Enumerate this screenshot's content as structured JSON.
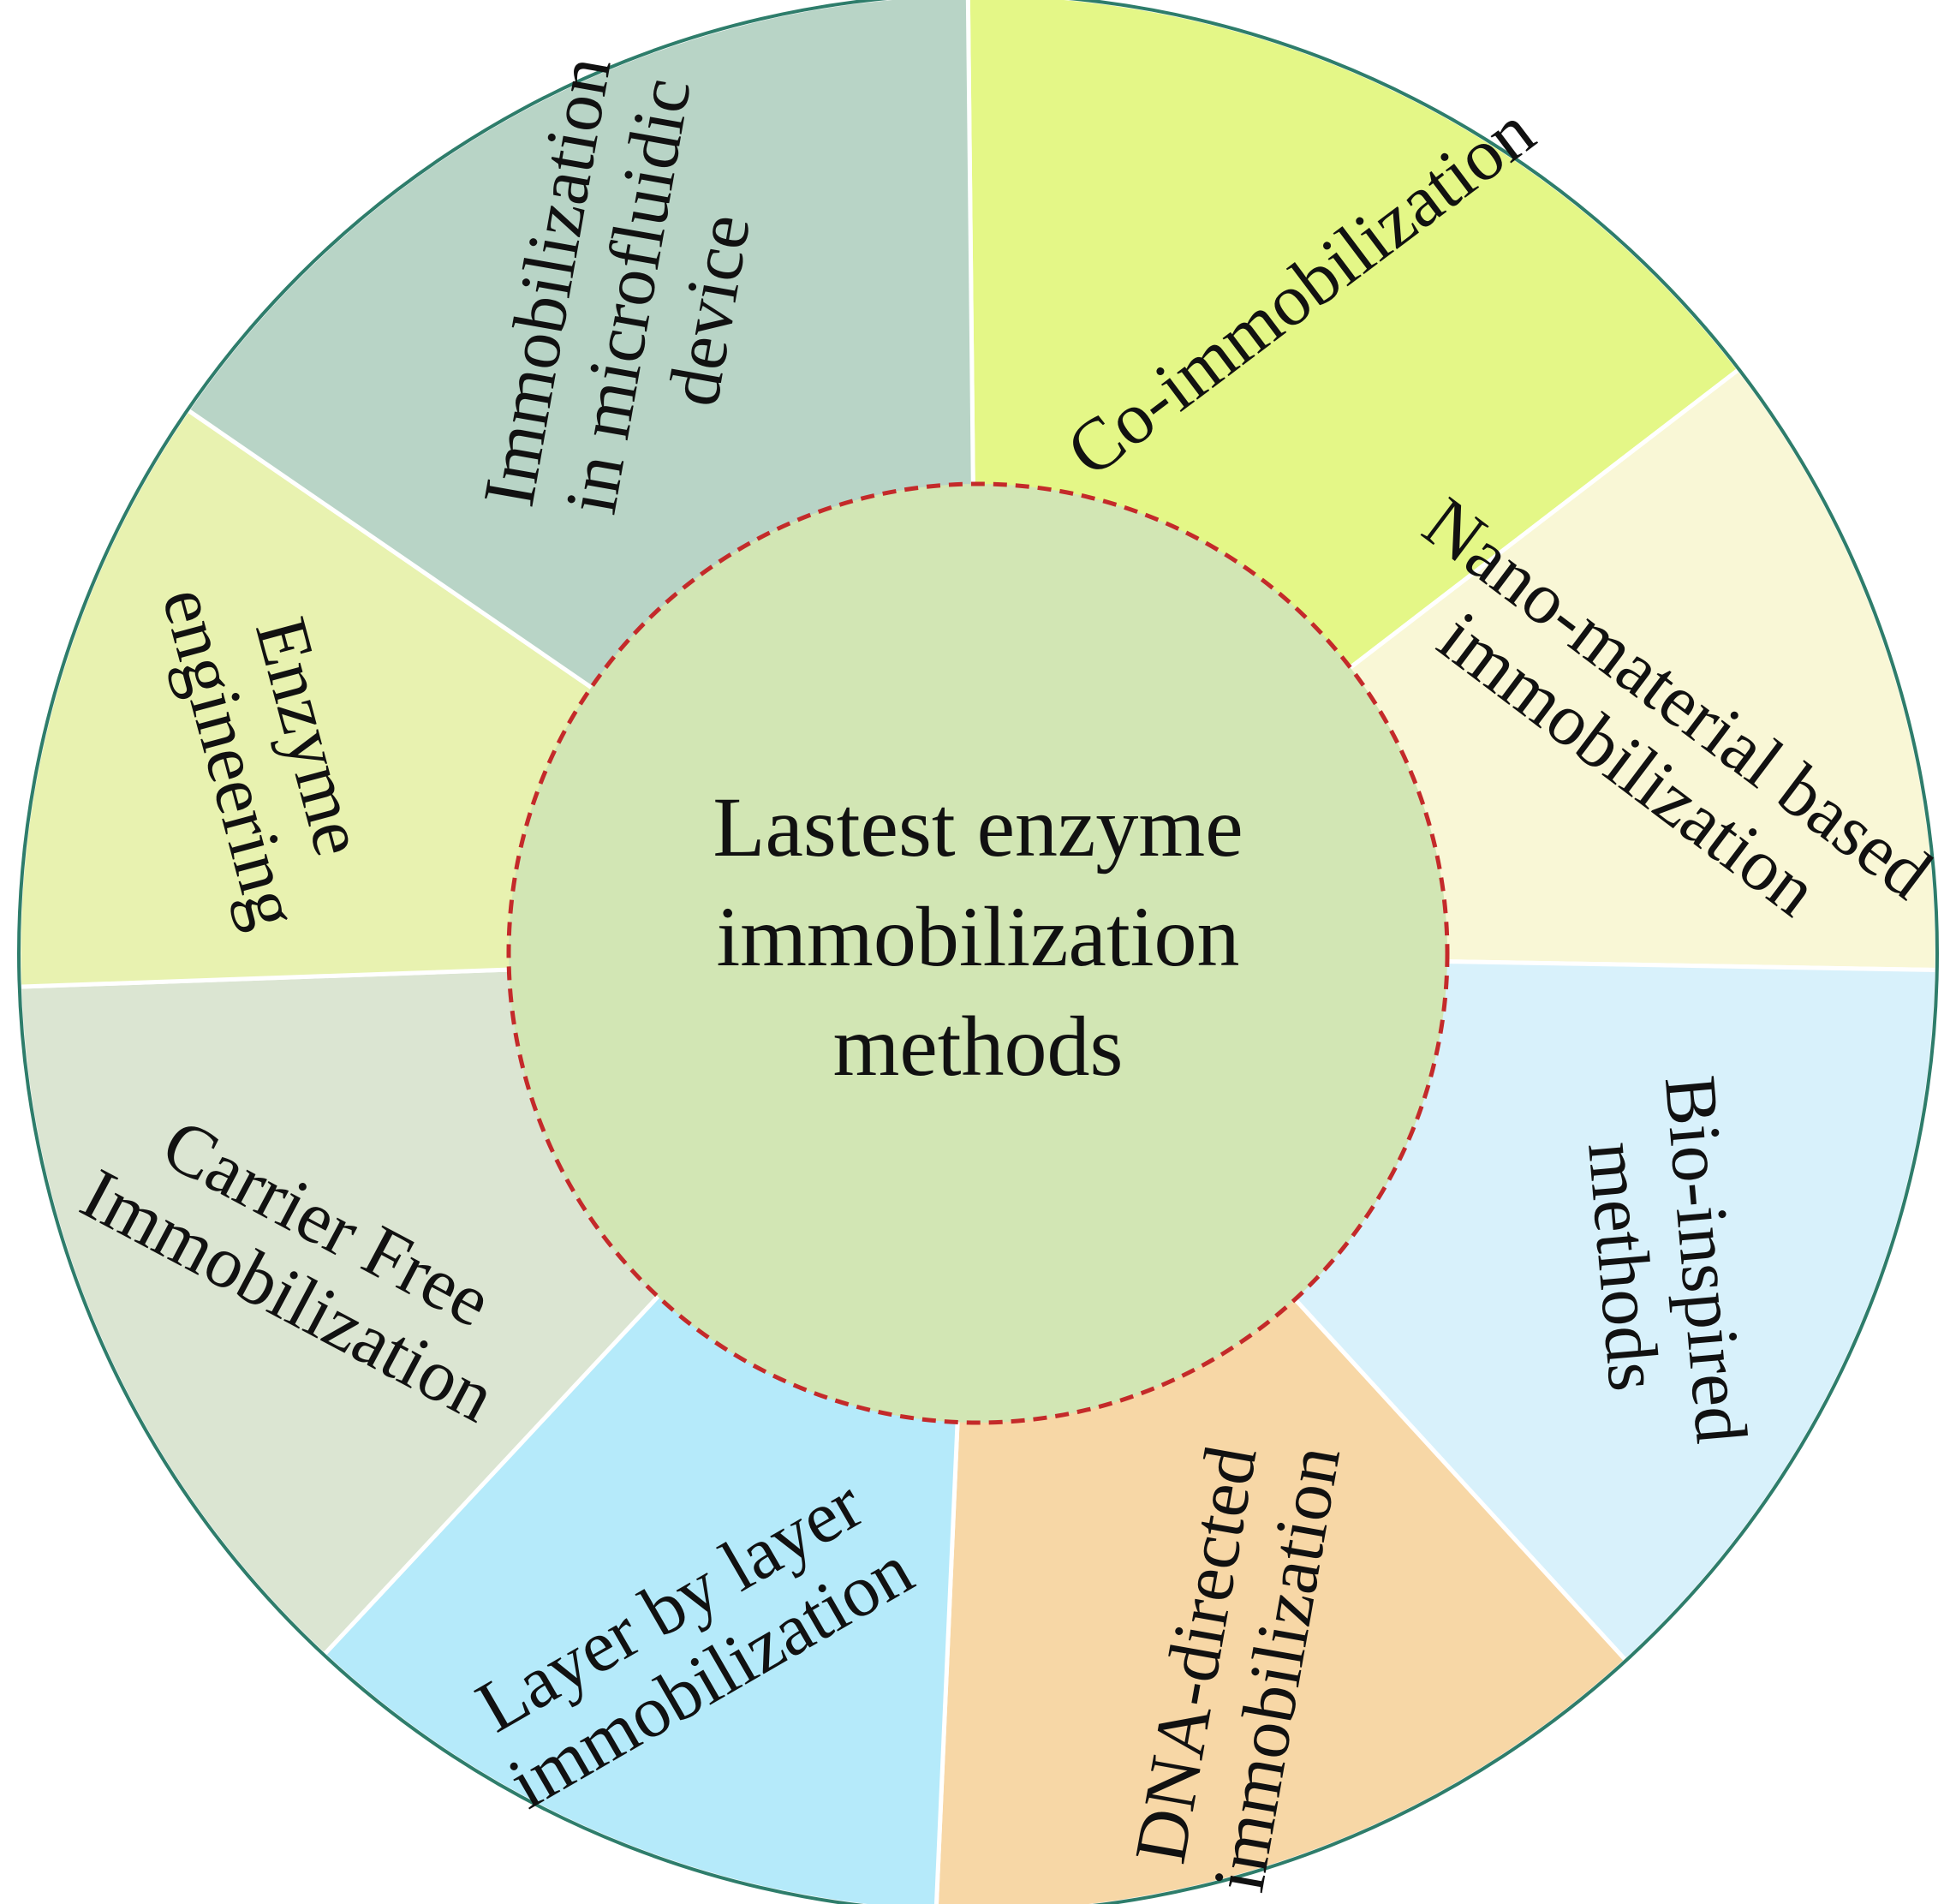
{
  "center": {
    "lines": [
      "Lastest enzyme",
      "immobilization",
      "methods"
    ],
    "fill": "#d2e6b4",
    "border_color": "#c42a2a"
  },
  "outer_border_color": "#2e7d6b",
  "segments": [
    {
      "id": "co-immobilization",
      "lines": [
        "Co-immobilization"
      ],
      "color": "#e4f787"
    },
    {
      "id": "nano-material",
      "lines": [
        "Nano-material based",
        "immobilization"
      ],
      "color": "#f9f7d6"
    },
    {
      "id": "bio-inspired",
      "lines": [
        "Bio-inspired",
        "methods"
      ],
      "color": "#d8f1fb"
    },
    {
      "id": "dna-directed",
      "lines": [
        "DNA-directed",
        "immobilization"
      ],
      "color": "#f7d7a6"
    },
    {
      "id": "layer-by-layer",
      "lines": [
        "Layer by layer",
        "immobilization"
      ],
      "color": "#b5eafa"
    },
    {
      "id": "carrier-free",
      "lines": [
        "Carrier Free",
        "Immobilization"
      ],
      "color": "#dbe5d2"
    },
    {
      "id": "enzyme-engineering",
      "lines": [
        "Enzyme",
        "engineering"
      ],
      "color": "#e8f2b0"
    },
    {
      "id": "microfluidic",
      "lines": [
        "Immobilization",
        "in microfluidic",
        "device"
      ],
      "color": "#b8d4c6"
    }
  ]
}
